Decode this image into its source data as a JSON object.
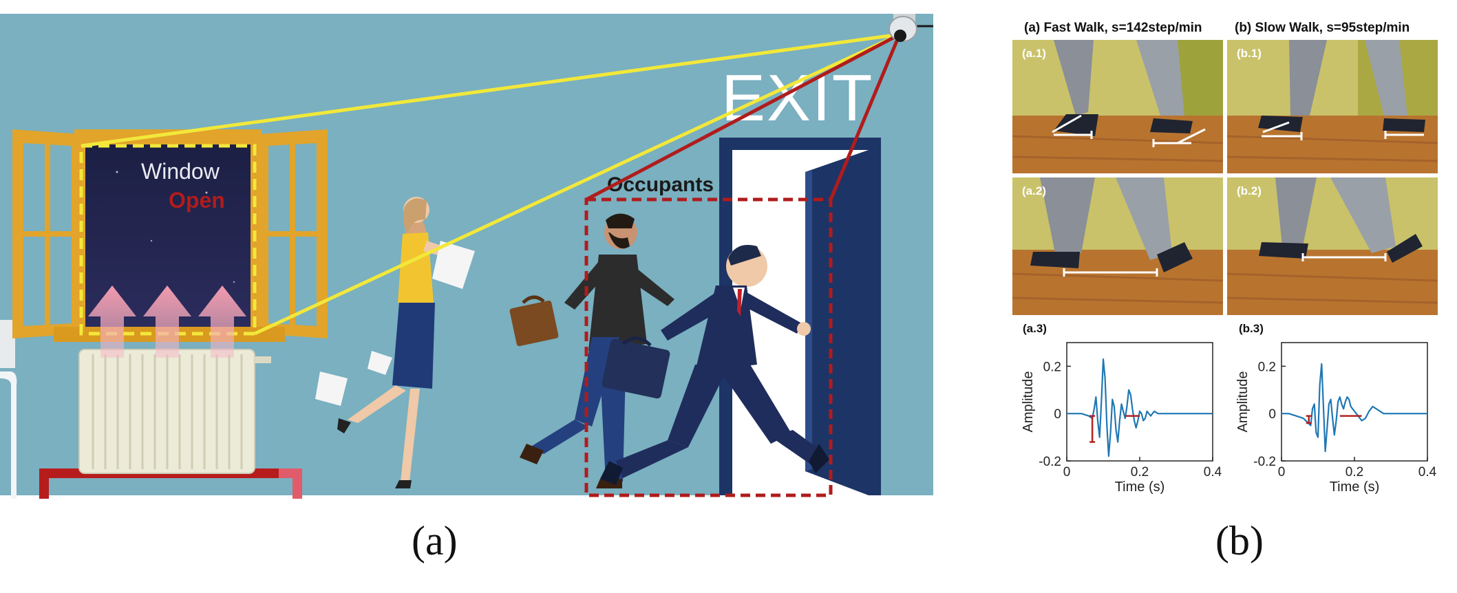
{
  "panel_a": {
    "window_text": "Window",
    "open_text": "Open",
    "exit_text": "EXIT",
    "occupants_text": "Occupants",
    "caption": "(a)"
  },
  "panel_b": {
    "title_fast": "(a) Fast Walk, s=142step/min",
    "title_slow": "(b) Slow Walk, s=95step/min",
    "photo_labels": [
      "(a.1)",
      "(b.1)",
      "(a.2)",
      "(b.2)"
    ],
    "plot_labels": [
      "(a.3)",
      "(b.3)"
    ],
    "caption": "(b)"
  },
  "colors": {
    "wall": "#7ab0c0",
    "yellow_line": "#f2e83a",
    "red_line": "#b01c1c",
    "window_frame": "#e2a42a",
    "suit": "#1f2d5c",
    "signal_blue": "#1f77b4",
    "marker_red": "#b22222"
  },
  "chart_data": [
    {
      "type": "line",
      "title": "",
      "panel_label": "(a.3)",
      "xlabel": "Time (s)",
      "ylabel": "Amplitude",
      "xlim": [
        0,
        0.4
      ],
      "ylim": [
        -0.2,
        0.3
      ],
      "xticks": [
        0,
        0.2,
        0.4
      ],
      "xtick_labels": [
        "0",
        "0.2",
        "0.4"
      ],
      "yticks": [
        -0.2,
        0,
        0.2
      ],
      "ytick_labels": [
        "-0.2",
        "0",
        "0.2"
      ],
      "series": [
        {
          "x": [
            0,
            0.02,
            0.04,
            0.06,
            0.07,
            0.075,
            0.08,
            0.085,
            0.09,
            0.095,
            0.1,
            0.105,
            0.11,
            0.115,
            0.12,
            0.125,
            0.13,
            0.135,
            0.14,
            0.145,
            0.15,
            0.155,
            0.16,
            0.165,
            0.17,
            0.175,
            0.18,
            0.185,
            0.19,
            0.195,
            0.2,
            0.205,
            0.21,
            0.215,
            0.22,
            0.23,
            0.24,
            0.25,
            0.26,
            0.28,
            0.3,
            0.32,
            0.34,
            0.36,
            0.38,
            0.4
          ],
          "y": [
            0,
            0,
            0,
            -0.01,
            -0.02,
            0.02,
            0.07,
            -0.03,
            -0.1,
            0.05,
            0.23,
            0.15,
            -0.05,
            -0.18,
            -0.08,
            0.06,
            0.03,
            -0.07,
            -0.12,
            -0.03,
            0.04,
            0.01,
            -0.02,
            0.03,
            0.1,
            0.08,
            0.02,
            -0.03,
            -0.06,
            -0.03,
            0.01,
            0,
            -0.03,
            -0.02,
            0.01,
            -0.01,
            0.01,
            0,
            0,
            0,
            0,
            0,
            0,
            0,
            0,
            0
          ]
        }
      ],
      "markers": [
        {
          "kind": "vertical",
          "x": 0.07,
          "y1": -0.12,
          "y2": -0.01
        },
        {
          "kind": "horizontal",
          "y": -0.01,
          "x1": 0.16,
          "x2": 0.2
        }
      ]
    },
    {
      "type": "line",
      "title": "",
      "panel_label": "(b.3)",
      "xlabel": "Time (s)",
      "ylabel": "Amplitude",
      "xlim": [
        0,
        0.4
      ],
      "ylim": [
        -0.2,
        0.3
      ],
      "xticks": [
        0,
        0.2,
        0.4
      ],
      "xtick_labels": [
        "0",
        "0.2",
        "0.4"
      ],
      "yticks": [
        -0.2,
        0,
        0.2
      ],
      "ytick_labels": [
        "-0.2",
        "0",
        "0.2"
      ],
      "series": [
        {
          "x": [
            0,
            0.02,
            0.04,
            0.06,
            0.08,
            0.085,
            0.09,
            0.095,
            0.1,
            0.105,
            0.11,
            0.115,
            0.12,
            0.125,
            0.13,
            0.135,
            0.14,
            0.145,
            0.15,
            0.155,
            0.16,
            0.165,
            0.17,
            0.175,
            0.18,
            0.185,
            0.19,
            0.2,
            0.21,
            0.22,
            0.23,
            0.24,
            0.25,
            0.26,
            0.27,
            0.28,
            0.29,
            0.3,
            0.32,
            0.34,
            0.36,
            0.38,
            0.4
          ],
          "y": [
            0,
            0,
            -0.01,
            -0.02,
            -0.05,
            0.02,
            0.04,
            -0.08,
            -0.1,
            0.12,
            0.21,
            0.03,
            -0.16,
            -0.06,
            0.04,
            0.06,
            -0.02,
            -0.09,
            -0.03,
            0.05,
            0.07,
            0.04,
            0.02,
            0.05,
            0.07,
            0.06,
            0.03,
            0.01,
            -0.01,
            -0.03,
            -0.02,
            0.01,
            0.03,
            0.02,
            0.01,
            0,
            0,
            0,
            0,
            0,
            0,
            0,
            0
          ]
        }
      ],
      "markers": [
        {
          "kind": "vertical",
          "x": 0.075,
          "y1": -0.04,
          "y2": -0.01
        },
        {
          "kind": "horizontal",
          "y": -0.01,
          "x1": 0.16,
          "x2": 0.22
        }
      ]
    }
  ]
}
